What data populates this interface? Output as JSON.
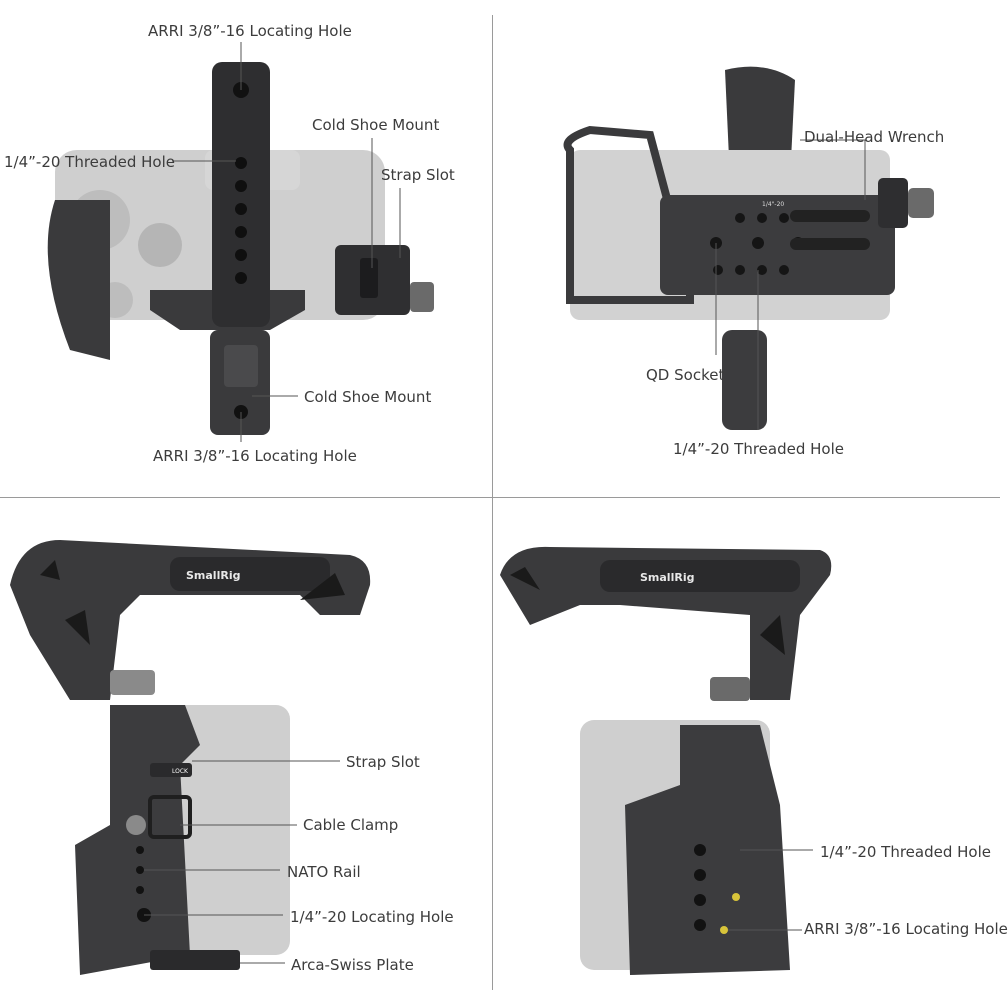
{
  "panels": {
    "top_left": {
      "labels": {
        "arri_top": "ARRI 3/8”-16 Locating Hole",
        "threaded": "1/4”-20 Threaded Hole",
        "cold_shoe_top": "Cold Shoe Mount",
        "strap_slot": "Strap Slot",
        "cold_shoe_bottom": "Cold Shoe Mount",
        "arri_bottom": "ARRI 3/8”-16 Locating Hole"
      }
    },
    "top_right": {
      "labels": {
        "wrench": "Dual-Head Wrench",
        "qd_socket": "QD Socket",
        "threaded": "1/4”-20 Threaded Hole"
      },
      "plate_text": "1/4\"-20"
    },
    "bottom_left": {
      "brand": "SmallRig",
      "lock_text": "LOCK",
      "labels": {
        "strap_slot": "Strap Slot",
        "cable_clamp": "Cable Clamp",
        "nato_rail": "NATO Rail",
        "locating": "1/4”-20 Locating Hole",
        "arca": "Arca-Swiss Plate"
      }
    },
    "bottom_right": {
      "brand": "SmallRig",
      "labels": {
        "threaded": "1/4”-20 Threaded Hole",
        "arri": "ARRI 3/8”-16 Locating Hole"
      }
    }
  },
  "colors": {
    "metal": "#3c3c3e",
    "camera": "#c9c9c9",
    "leader": "#555555",
    "text": "#3c3c3c",
    "accent_gold": "#d8c43a"
  }
}
